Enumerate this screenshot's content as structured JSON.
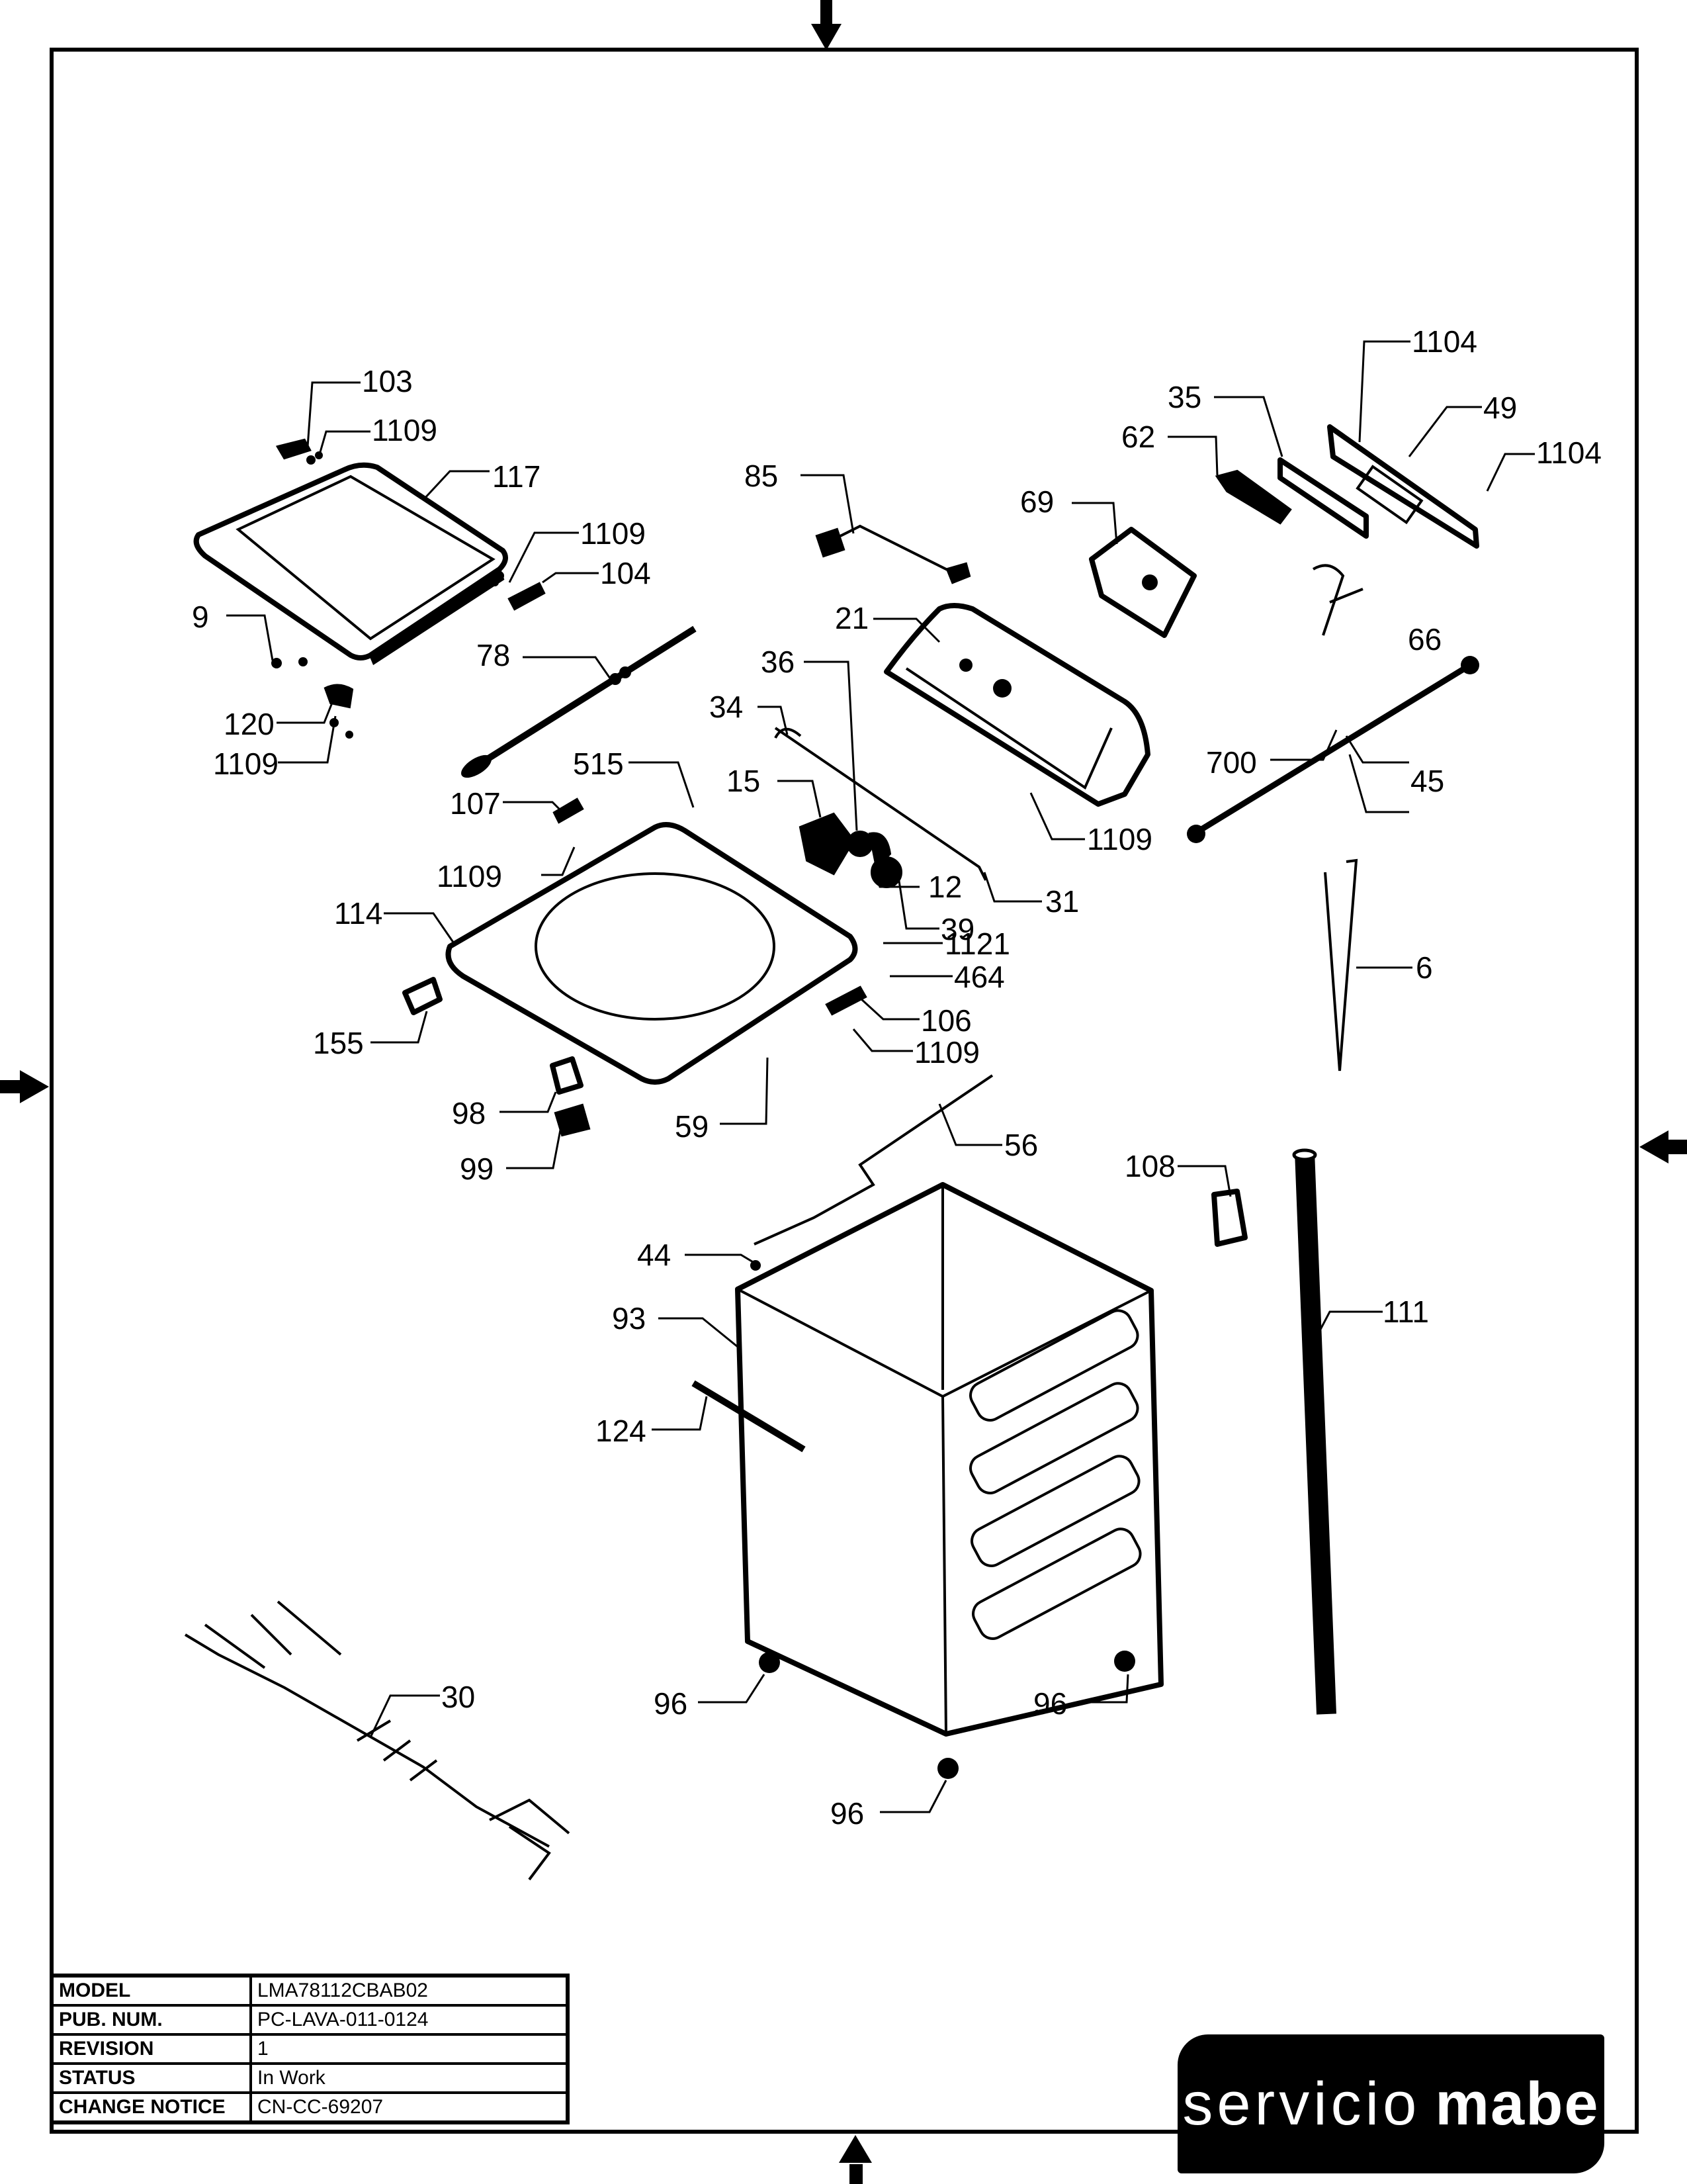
{
  "document": {
    "type": "exploded parts diagram",
    "subject": "top-load washing machine"
  },
  "callouts": [
    {
      "id": "103"
    },
    {
      "id": "1109"
    },
    {
      "id": "117"
    },
    {
      "id": "1109"
    },
    {
      "id": "104"
    },
    {
      "id": "9"
    },
    {
      "id": "120"
    },
    {
      "id": "1109"
    },
    {
      "id": "78"
    },
    {
      "id": "85"
    },
    {
      "id": "21"
    },
    {
      "id": "36"
    },
    {
      "id": "34"
    },
    {
      "id": "39"
    },
    {
      "id": "1109"
    },
    {
      "id": "515"
    },
    {
      "id": "107"
    },
    {
      "id": "15"
    },
    {
      "id": "1109"
    },
    {
      "id": "12"
    },
    {
      "id": "31"
    },
    {
      "id": "114"
    },
    {
      "id": "1121"
    },
    {
      "id": "464"
    },
    {
      "id": "106"
    },
    {
      "id": "155"
    },
    {
      "id": "1109"
    },
    {
      "id": "98"
    },
    {
      "id": "59"
    },
    {
      "id": "99"
    },
    {
      "id": "56"
    },
    {
      "id": "1104"
    },
    {
      "id": "35"
    },
    {
      "id": "49"
    },
    {
      "id": "62"
    },
    {
      "id": "1104"
    },
    {
      "id": "69"
    },
    {
      "id": "700"
    },
    {
      "id": "66"
    },
    {
      "id": "45"
    },
    {
      "id": "6"
    },
    {
      "id": "108"
    },
    {
      "id": "111"
    },
    {
      "id": "44"
    },
    {
      "id": "93"
    },
    {
      "id": "124"
    },
    {
      "id": "30"
    },
    {
      "id": "96"
    },
    {
      "id": "96"
    },
    {
      "id": "96"
    }
  ],
  "title_block": {
    "rows": [
      {
        "label": "MODEL",
        "value": "LMA78112CBAB02"
      },
      {
        "label": "PUB. NUM.",
        "value": "PC-LAVA-011-0124"
      },
      {
        "label": "REVISION",
        "value": "1"
      },
      {
        "label": "STATUS",
        "value": "In Work"
      },
      {
        "label": "CHANGE NOTICE",
        "value": "CN-CC-69207"
      }
    ]
  },
  "logo": {
    "text_light": "servicio",
    "text_bold": "mabe",
    "background": "#000000",
    "foreground": "#ffffff"
  }
}
